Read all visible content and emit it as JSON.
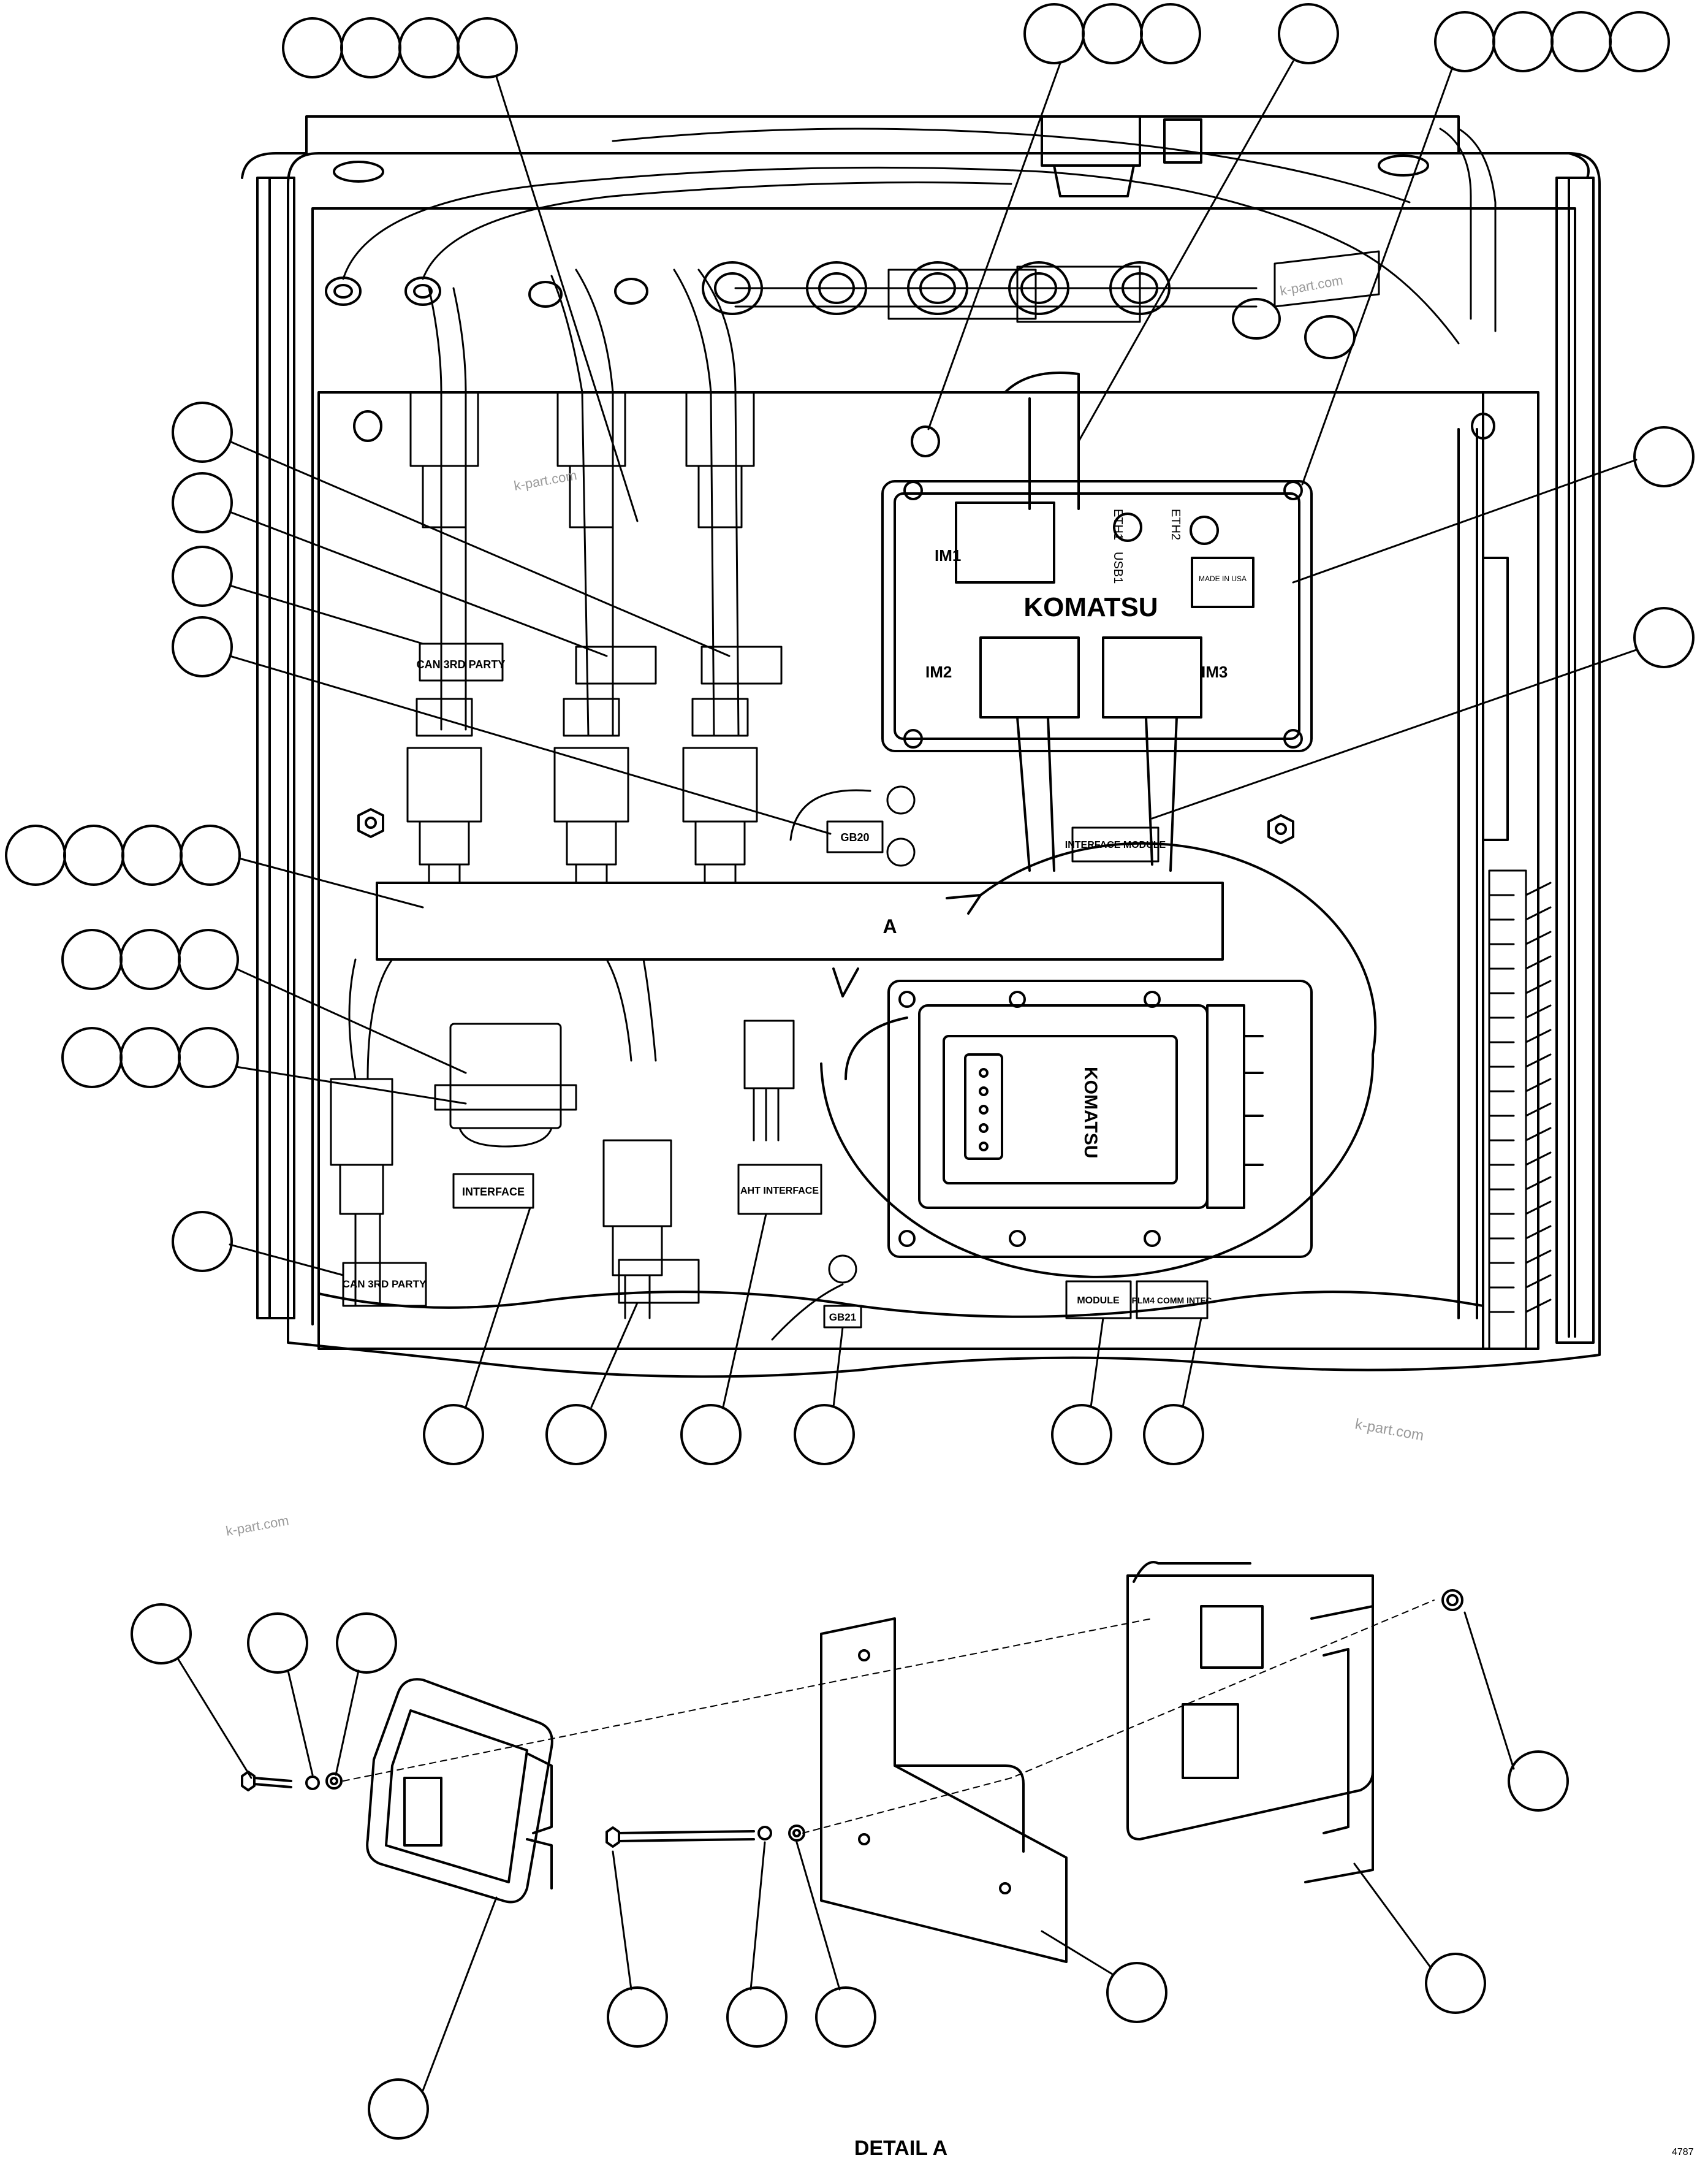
{
  "labels": {
    "can_3rd_party_top": "CAN 3RD PARTY",
    "can_3rd_party_bottom": "CAN 3RD PARTY",
    "gb20": "GB20",
    "gb21": "GB21",
    "interface_module": "INTERFACE MODULE",
    "interface": "INTERFACE",
    "aht_interface": "AHT INTERFACE",
    "module": "MODULE",
    "plm4_comm_intfc": "PLM4 COMM INTFC",
    "detail_marker": "A",
    "detail_caption": "DETAIL A",
    "figure_code": "4787"
  },
  "module_text": {
    "brand": "KOMATSU",
    "im1": "IM1",
    "im2": "IM2",
    "im3": "IM3",
    "eth1": "ETH1",
    "eth2": "ETH2",
    "usb1": "USB1",
    "made_in_usa": "MADE IN USA",
    "small_brand": "KOMATSU"
  },
  "watermark": "k-part.com",
  "colors": {
    "line": "#000000",
    "background": "#ffffff",
    "watermark": "#9a9a9a"
  }
}
